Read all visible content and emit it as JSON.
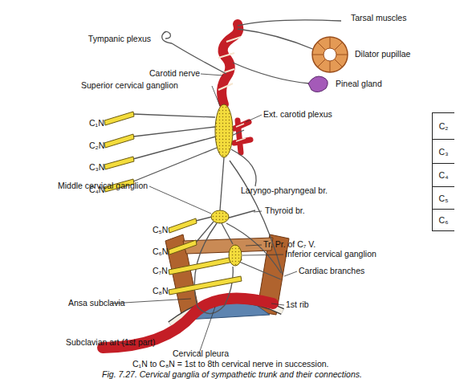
{
  "diagram": {
    "caption": "Fig. 7.27. Cervical ganglia of sympathetic trunk and their connections.",
    "nodes": [
      {
        "text": [
          "C₂"
        ]
      },
      {
        "text": [
          "C₃"
        ]
      },
      {
        "text": [
          "C₄"
        ]
      },
      {
        "text": [
          "C₅"
        ]
      },
      {
        "text": [
          "C₆"
        ]
      }
    ],
    "labels": [
      "Tympanic plexus",
      "Tarsal muscles",
      "Dilator pupillae",
      "Pineal gland",
      "Carotid nerve",
      "Superior cervical ganglion",
      "C₁N",
      "C₂N",
      "C₃N",
      "C₄N",
      "Ext. carotid plexus",
      "Laryngo-pharyngeal br.",
      "Middle cervical ganglion",
      "C₅N",
      "C₆N",
      "Thyroid br.",
      "Tr. Pr. of C₇ V.",
      "C₇N",
      "Inferior cervical ganglion",
      "C₈N",
      "Cardiac branches",
      "Ansa subclavia",
      "1st rib",
      "Subclavian art (1st part)",
      "Cervical pleura",
      "C₁N to C₈N = 1st to 8th cervical nerve in succession."
    ]
  }
}
